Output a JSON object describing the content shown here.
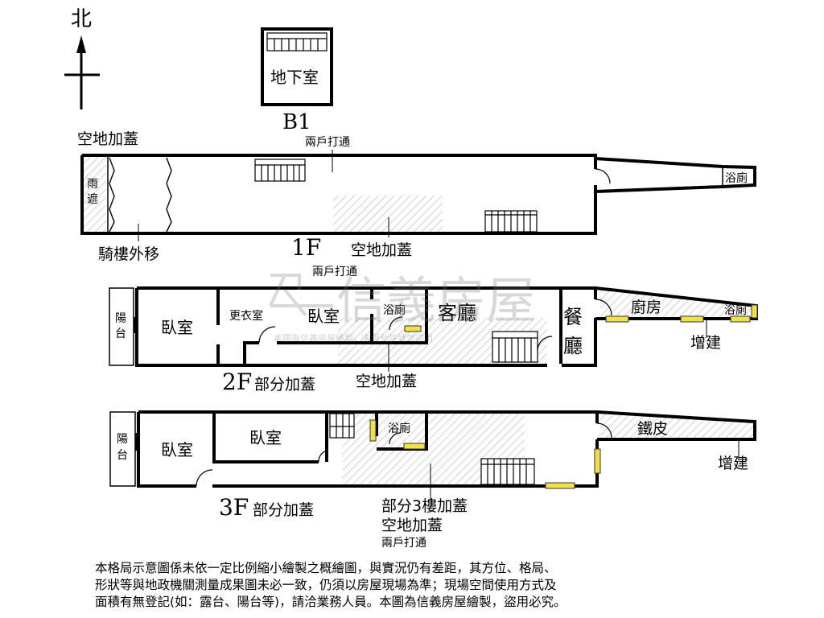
{
  "compass": {
    "north_label": "北"
  },
  "basement": {
    "room": "地下室",
    "level": "B1"
  },
  "floor1": {
    "level": "1F",
    "labels": {
      "open_top": "空地加蓋",
      "rain_shelter": "雨遮",
      "arcade": "騎樓外移",
      "merged": "兩戶打通",
      "open_bottom": "空地加蓋",
      "bath": "浴廁"
    }
  },
  "floor2": {
    "level": "2F",
    "level_note": "部分加蓋",
    "labels": {
      "merged": "兩戶打通",
      "balcony": "陽台",
      "bedroom_a": "臥室",
      "closet": "更衣室",
      "bedroom_b": "臥室",
      "bath_a": "浴廁",
      "living": "客廳",
      "dining": "餐廳",
      "kitchen": "廚房",
      "bath_b": "浴廁",
      "extension": "增建",
      "open": "空地加蓋"
    }
  },
  "floor3": {
    "level": "3F",
    "level_note": "部分加蓋",
    "labels": {
      "balcony": "陽台",
      "bedroom_a": "臥室",
      "bedroom_b": "臥室",
      "bath": "浴廁",
      "iron_sheet": "鐵皮",
      "extension": "增建",
      "partial": "部分3樓加蓋",
      "open": "空地加蓋",
      "merged": "兩戶打通"
    }
  },
  "watermark": {
    "brand": "信義房屋",
    "note": "本圖為信義房屋繪製，未經允許請勿盜用"
  },
  "disclaimer": {
    "lines": [
      "本格局示意圖係未依一定比例縮小繪製之概繪圖，與實況仍有差距，其方位、格局、",
      "形狀等與地政機關測量成果圖未必一致，仍須以房屋現場為準；現場空間使用方式及",
      "面積有無登記(如：露台、陽台等)，請洽業務人員。本圖為信義房屋繪製，盜用必究。"
    ]
  }
}
